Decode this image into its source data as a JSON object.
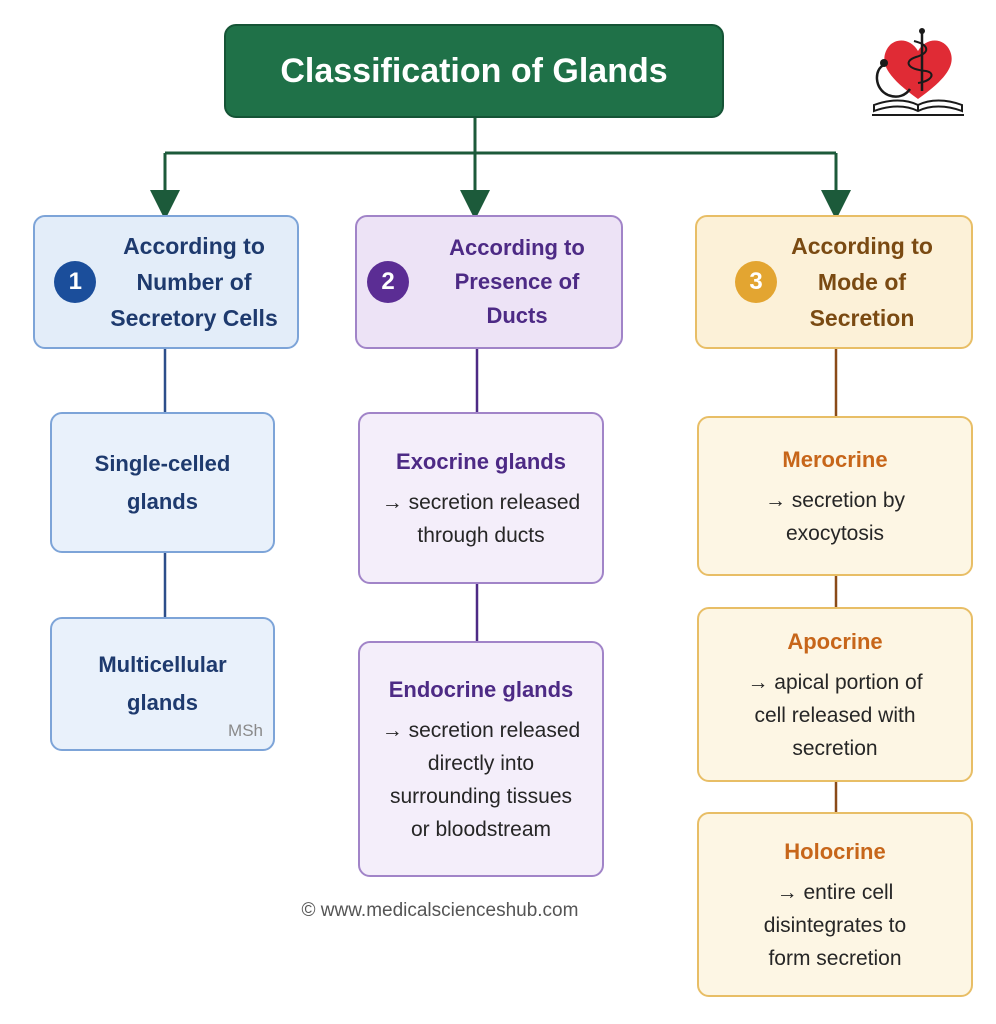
{
  "title": "Classification of Glands",
  "categories": [
    {
      "number": "1",
      "label": "According to\nNumber of\nSecretory Cells"
    },
    {
      "number": "2",
      "label": "According to\nPresence of Ducts"
    },
    {
      "number": "3",
      "label": "According to\nMode of\nSecretion"
    }
  ],
  "number_of_cells": [
    {
      "title": "Single-celled\nglands"
    },
    {
      "title": "Multicellular\nglands",
      "watermark": "MSh"
    }
  ],
  "ducts": [
    {
      "title": "Exocrine glands",
      "description": "→ secretion released\nthrough ducts"
    },
    {
      "title": "Endocrine glands",
      "description": "→ secretion released\ndirectly into\nsurrounding tissues\nor bloodstream"
    }
  ],
  "mode_of_secretion": [
    {
      "title": "Merocrine",
      "description": "→ secretion by\nexocytosis"
    },
    {
      "title": "Apocrine",
      "description": "→ apical portion of\ncell released with\nsecretion"
    },
    {
      "title": "Holocrine",
      "description": "→ entire cell\ndisintegrates to\nform secretion"
    }
  ],
  "copyright": "© www.medicalscienceshub.com",
  "icons": {
    "logo": "heart-stethoscope-book-logo-icon"
  },
  "colors": {
    "title_green": "#1f7148",
    "arrow_green": "#1c5a3a",
    "blue_accent": "#1b4e9b",
    "purple_accent": "#5b2d94",
    "orange_accent": "#e3a531"
  }
}
